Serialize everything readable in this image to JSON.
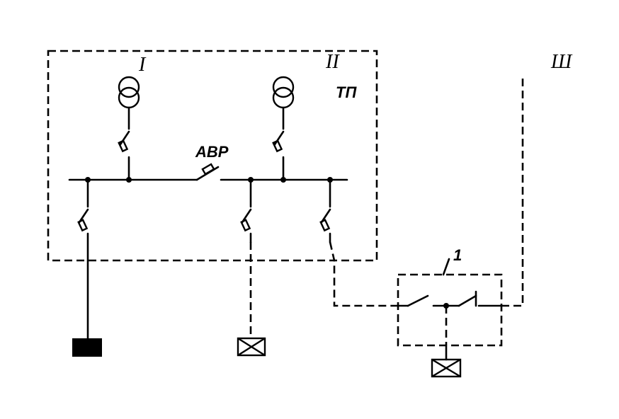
{
  "labels": {
    "source_1": "I",
    "source_2": "II",
    "source_3": "Ш",
    "substation": "ТП",
    "auto_transfer": "АВР",
    "node_1": "1"
  }
}
